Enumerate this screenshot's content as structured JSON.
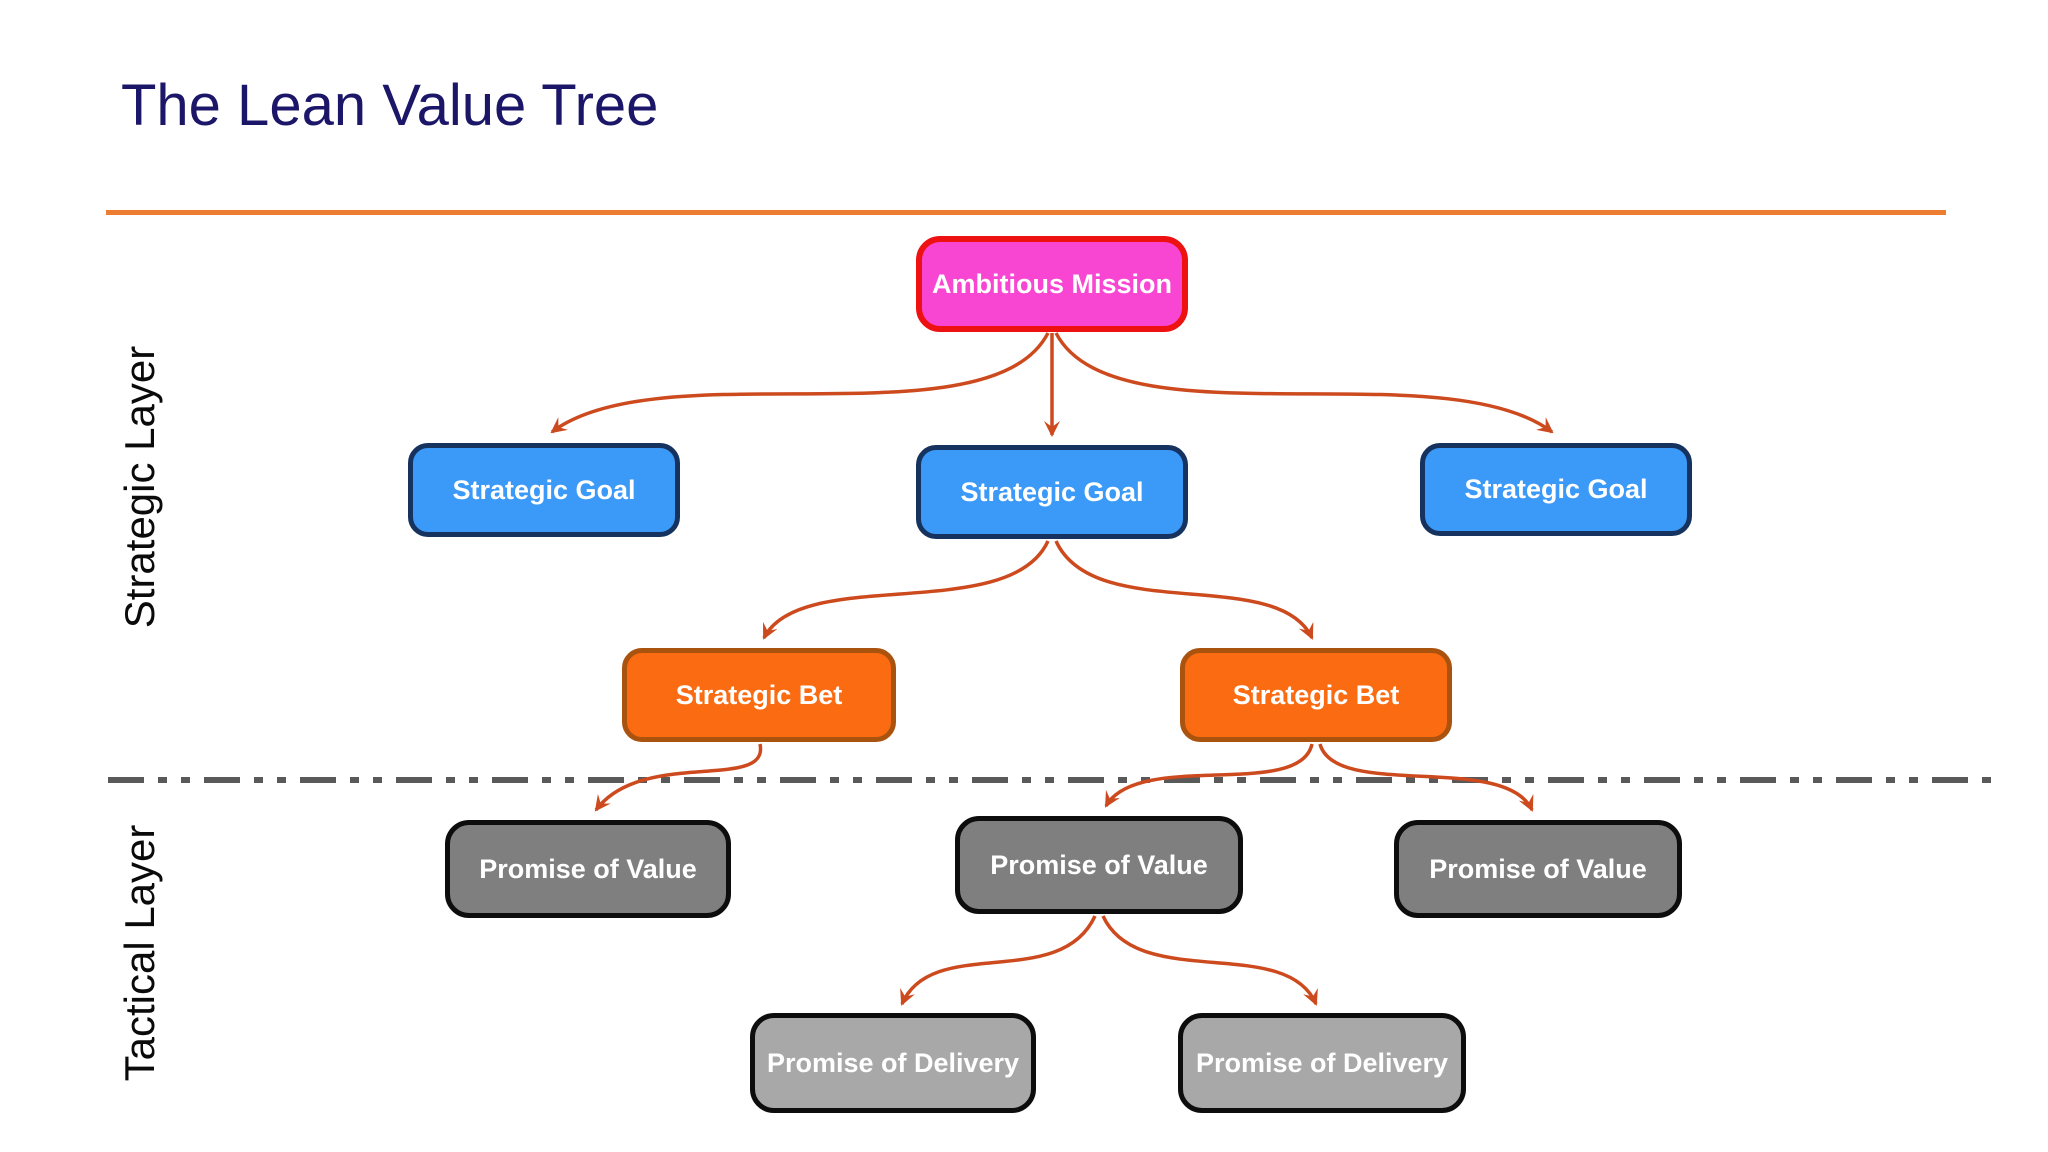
{
  "title": "The Lean Value Tree",
  "layers": {
    "strategic": "Strategic Layer",
    "tactical": "Tactical Layer"
  },
  "nodes": {
    "mission": {
      "label": "Ambitious Mission",
      "fill": "#f846d3",
      "border": "#ee1111"
    },
    "goals": [
      {
        "label": "Strategic Goal"
      },
      {
        "label": "Strategic Goal"
      },
      {
        "label": "Strategic Goal"
      }
    ],
    "goal_colors": {
      "fill": "#3b99f7",
      "border": "#16325e"
    },
    "bets": [
      {
        "label": "Strategic Bet"
      },
      {
        "label": "Strategic Bet"
      }
    ],
    "bet_colors": {
      "fill": "#fa6b12",
      "border": "#a9530f"
    },
    "value_promises": [
      {
        "label": "Promise of Value"
      },
      {
        "label": "Promise of Value"
      },
      {
        "label": "Promise of Value"
      }
    ],
    "value_colors": {
      "fill": "#7f7f7f",
      "border": "#0d0d0d"
    },
    "delivery_promises": [
      {
        "label": "Promise of Delivery"
      },
      {
        "label": "Promise of Delivery"
      }
    ],
    "delivery_colors": {
      "fill": "#a8a8a8",
      "border": "#0d0d0d"
    }
  },
  "accents": {
    "title_color": "#1b1668",
    "rule_color": "#ed7d31",
    "arrow_color": "#cc4a1e",
    "divider_color": "#595959",
    "divider_style": "dash-dot-dot"
  }
}
